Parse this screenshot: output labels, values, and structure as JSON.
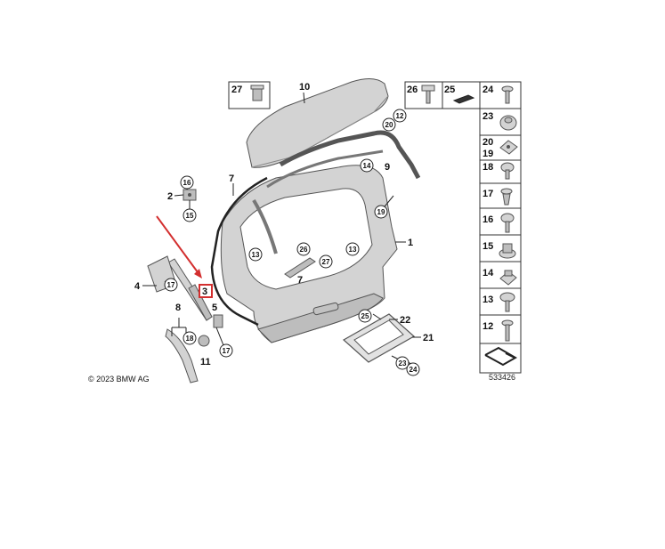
{
  "copyright": "© 2023 BMW AG",
  "diagram_id": "533426",
  "highlight_color": "#d32f2f",
  "highlighted_part": "3",
  "top_boxes": [
    {
      "num": "27",
      "icon": "rivet-nut-icon"
    },
    {
      "num": "26",
      "icon": "bolt-icon"
    },
    {
      "num": "25",
      "icon": "foam-strip-icon"
    }
  ],
  "side_boxes": [
    {
      "num": "24",
      "icon": "screw-icon"
    },
    {
      "num": "23",
      "icon": "washer-cap-icon"
    },
    {
      "num": "20",
      "num2": "19",
      "icon": "clip-plate-icon"
    },
    {
      "num": "18",
      "icon": "nut-screw-icon"
    },
    {
      "num": "17",
      "icon": "expanding-rivet-icon"
    },
    {
      "num": "16",
      "icon": "hex-bolt-icon"
    },
    {
      "num": "15",
      "icon": "flange-nut-icon"
    },
    {
      "num": "14",
      "icon": "square-nut-icon"
    },
    {
      "num": "13",
      "icon": "collar-screw-icon"
    },
    {
      "num": "12",
      "icon": "self-tapping-screw-icon"
    }
  ],
  "labels": {
    "l10": "10",
    "l7a": "7",
    "l9": "9",
    "l1": "1",
    "l2": "2",
    "l4": "4",
    "l3": "3",
    "l8": "8",
    "l5": "5",
    "l11": "11",
    "l7b": "7",
    "l22": "22",
    "l21": "21"
  },
  "circle_labels": {
    "c20": "20",
    "c12": "12",
    "c14": "14",
    "c19": "19",
    "c16": "16",
    "c15": "15",
    "c13a": "13",
    "c13b": "13",
    "c26": "26",
    "c27": "27",
    "c17a": "17",
    "c18": "18",
    "c17b": "17",
    "c25": "25",
    "c23": "23",
    "c24": "24"
  }
}
